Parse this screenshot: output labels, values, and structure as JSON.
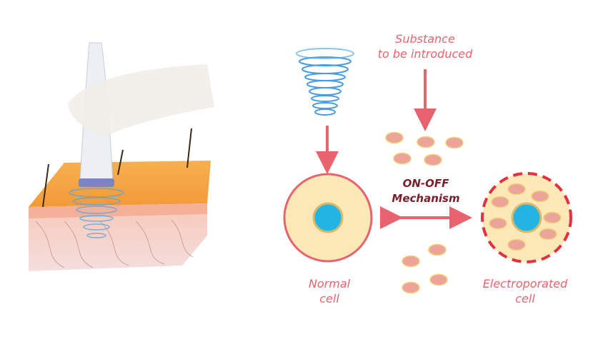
{
  "labels": {
    "substance_line1": "Substance",
    "substance_line2": "to be introduced",
    "mechanism_line1": "ON-OFF",
    "mechanism_line2": "Mechanism",
    "normal_line1": "Normal",
    "normal_line2": "cell",
    "electro_line1": "Electroporated",
    "electro_line2": "cell"
  },
  "colors": {
    "arrow": "#e8636e",
    "cell_fill": "#fbe8b6",
    "nucleus": "#22b5e3",
    "particle": "#eba39a",
    "membrane_dashed": "#e5303f"
  }
}
